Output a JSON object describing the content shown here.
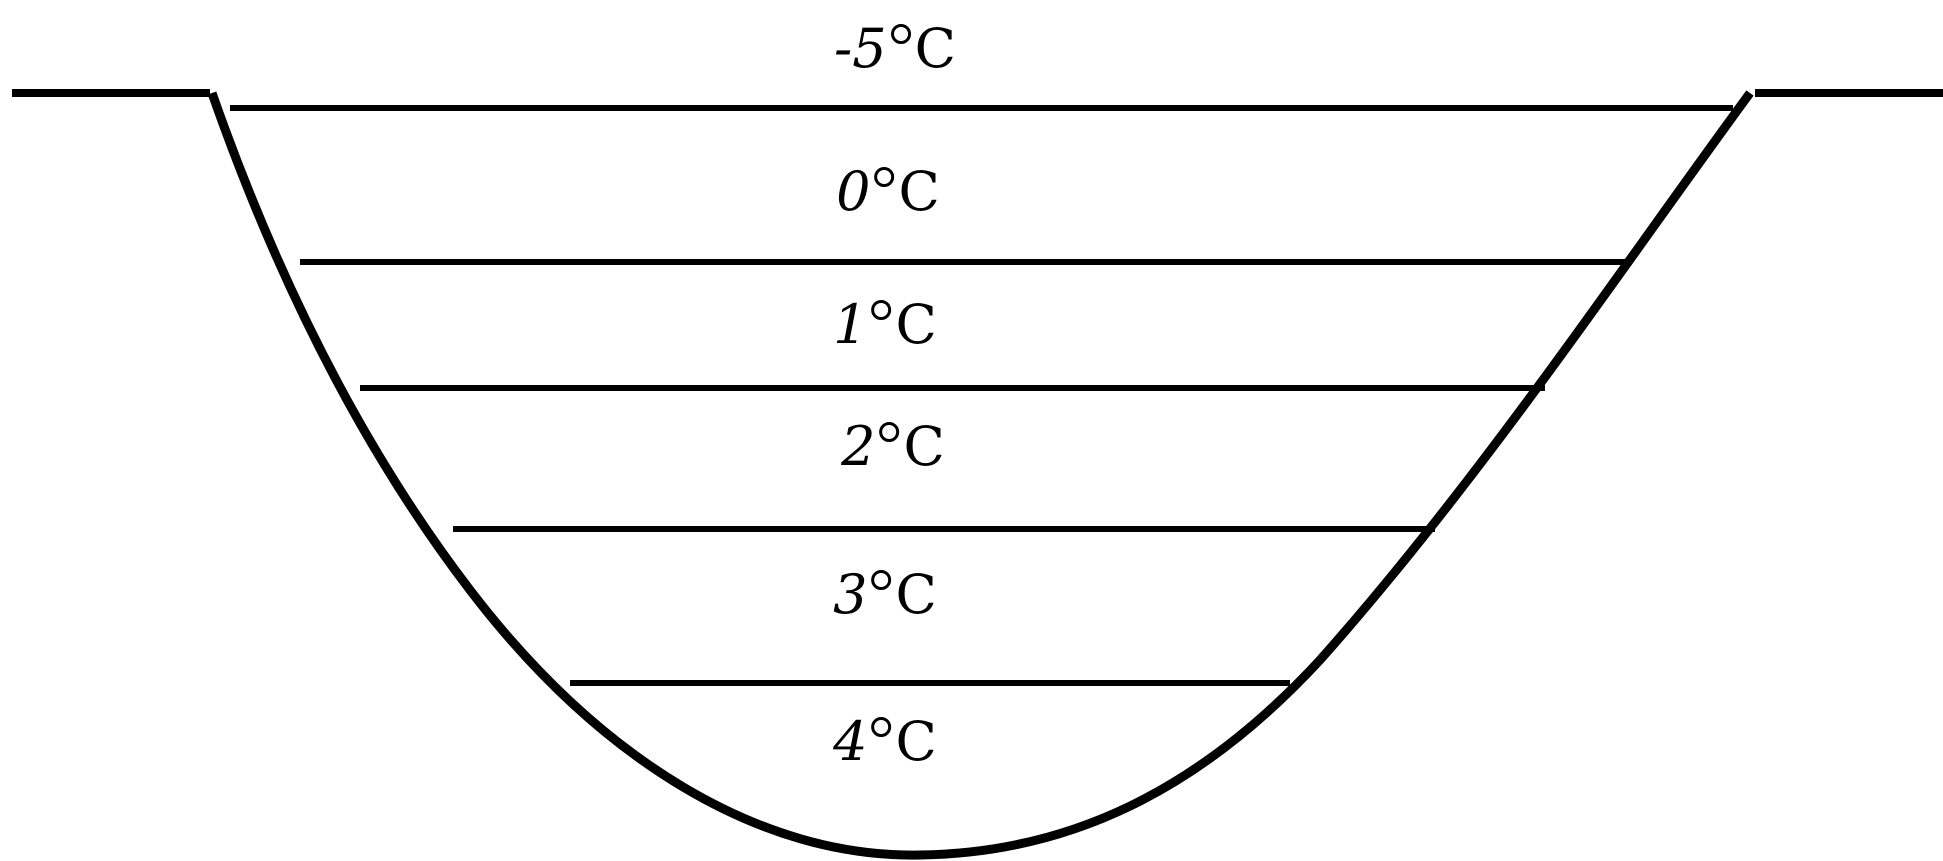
{
  "diagram": {
    "labels": {
      "air": {
        "value": "-5",
        "unit": "C"
      },
      "layer_0": {
        "value": "0",
        "unit": "C"
      },
      "layer_1": {
        "value": "1",
        "unit": "C"
      },
      "layer_2": {
        "value": "2",
        "unit": "C"
      },
      "layer_3": {
        "value": "3",
        "unit": "C"
      },
      "layer_4": {
        "value": "4",
        "unit": "C"
      }
    },
    "colors": {
      "line": "#000000",
      "background": "#ffffff"
    }
  }
}
